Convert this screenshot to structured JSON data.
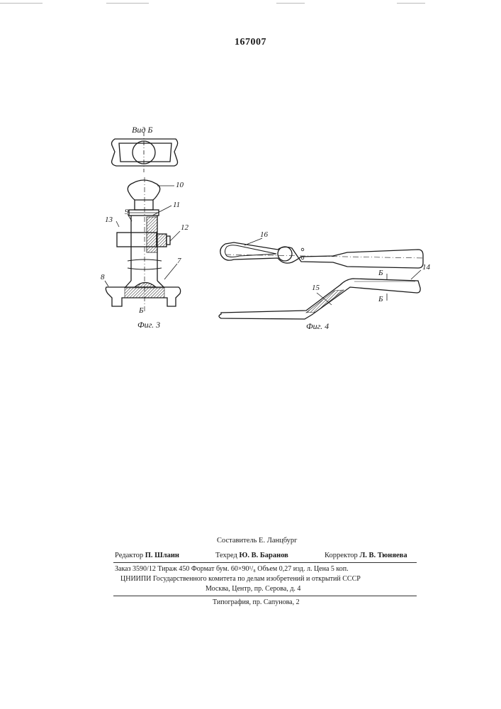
{
  "document": {
    "patent_number": "167007"
  },
  "figure3": {
    "view_label": "Вид Б",
    "caption": "Фиг. 3",
    "section_mark": "Б",
    "labels": [
      "10",
      "11",
      "9",
      "13",
      "12",
      "7",
      "8"
    ]
  },
  "figure4": {
    "caption": "Фиг. 4",
    "labels": [
      "16",
      "14",
      "15",
      "Б",
      "Б"
    ]
  },
  "imprint": {
    "compiler": "Составитель Е. Ланцбург",
    "editor_role": "Редактор",
    "editor_name": "П. Шлаин",
    "tech_role": "Техред",
    "tech_name": "Ю. В. Баранов",
    "corrector_role": "Корректор",
    "corrector_name": "Л. В. Тюняева",
    "order_line": "Заказ 3590/12   Тираж 450   Формат бум. 60×90¹/₈   Объем 0,27 изд. л.   Цена 5 коп.",
    "institute_line": "ЦНИИПИ Государственного комитета по делам изобретений и открытий СССР",
    "address_line": "Москва, Центр, пр. Серова, д. 4",
    "printer_line": "Типография, пр. Сапунова, 2"
  }
}
